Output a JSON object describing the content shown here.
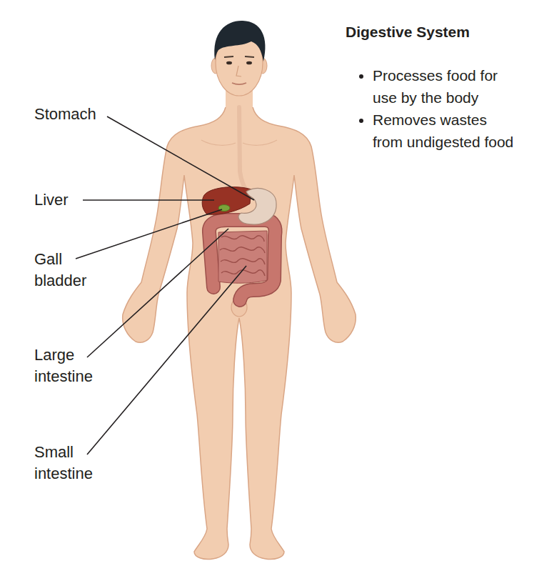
{
  "diagram": {
    "title": "Digestive System",
    "labels": [
      "Stomach",
      "Liver",
      "Gall bladder",
      "Large intestine",
      "Small intestine",
      "Processes food for use by the body",
      "Removes wastes from undigested food"
    ]
  }
}
